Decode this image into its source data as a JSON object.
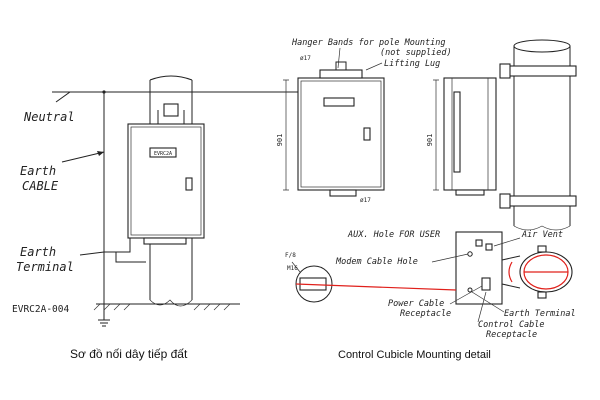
{
  "left_diagram": {
    "labels": {
      "neutral": "Neutral",
      "earth_cable_1": "Earth",
      "earth_cable_2": "CABLE",
      "earth_terminal_1": "Earth",
      "earth_terminal_2": "Terminal",
      "model": "EVRC2A-004",
      "nameplate": "EVRC2A"
    },
    "caption": "Sơ đồ nối dây tiếp đất"
  },
  "right_diagram": {
    "labels": {
      "hanger_bands": "Hanger Bands for pole Mounting",
      "not_supplied": "(not supplied)",
      "lifting_lug": "Lifting Lug",
      "dim_top": "ø17",
      "dim_bottom": "ø17",
      "dim_front": "901",
      "dim_side": "901",
      "aux_hole": "AUX. Hole FOR USER",
      "air_vent": "Air Vent",
      "modem_cable_hole": "Modem Cable Hole",
      "power_cable_1": "Power Cable",
      "power_cable_2": "Receptacle",
      "earth_terminal": "Earth Terminal",
      "control_cable_1": "Control Cable",
      "control_cable_2": "Receptacle",
      "detail_f": "F/8",
      "detail_m": "M16"
    },
    "caption": "Control Cubicle Mounting detail"
  },
  "colors": {
    "line": "#222222",
    "accent": "#e0201b"
  }
}
